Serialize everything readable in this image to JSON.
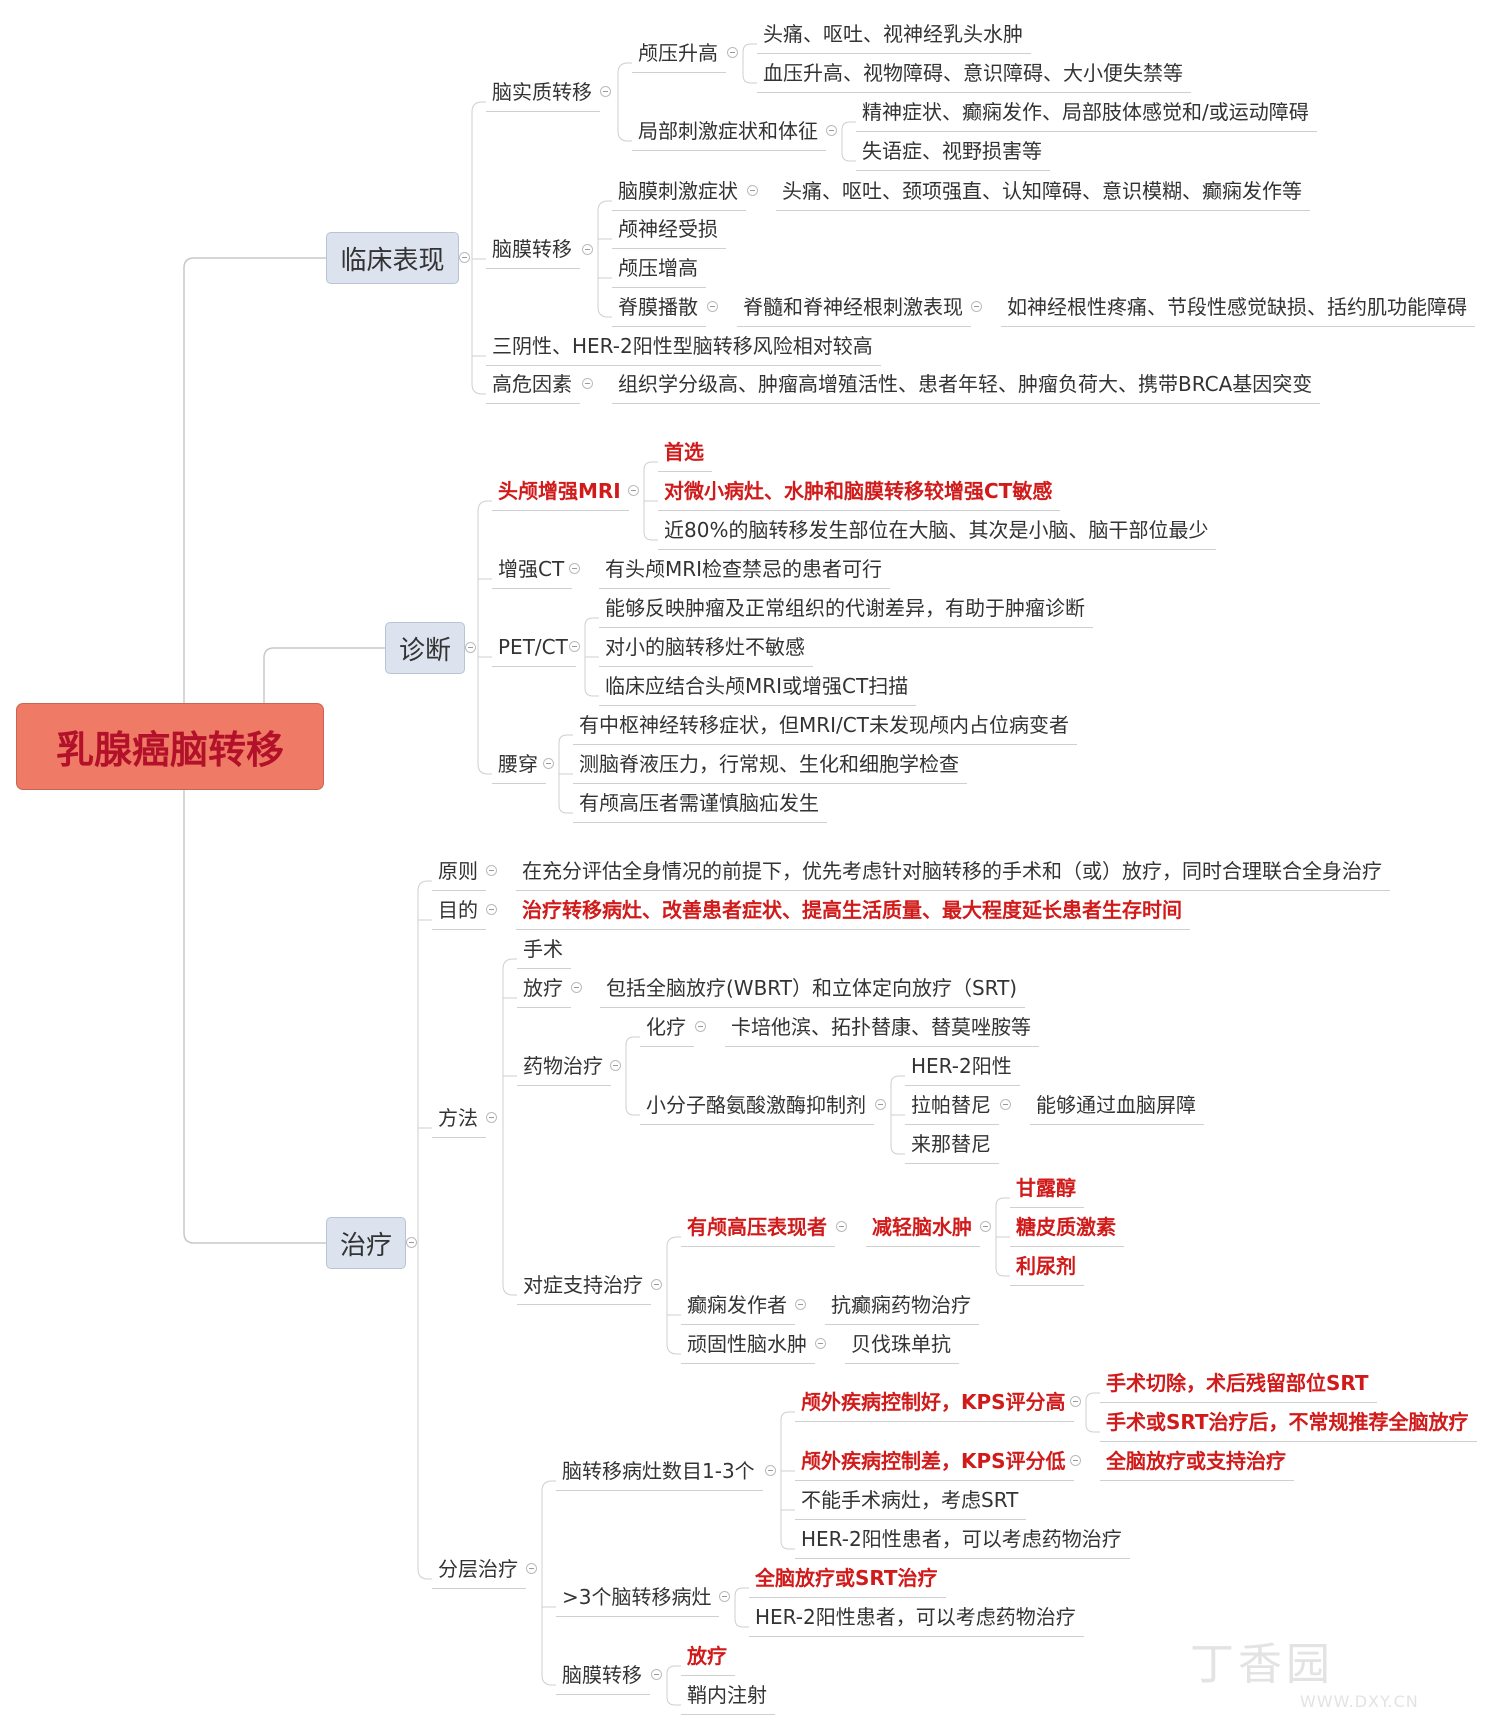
{
  "root": "乳腺癌脑转移",
  "categories": {
    "clinical": "临床表现",
    "diagnosis": "诊断",
    "treatment": "治疗"
  },
  "clinical": {
    "parenchymal": "脑实质转移",
    "icp": "颅压升高",
    "icp_1": "头痛、呕吐、视神经乳头水肿",
    "icp_2": "血压升高、视物障碍、意识障碍、大小便失禁等",
    "local": "局部刺激症状和体征",
    "local_1": "精神症状、癫痫发作、局部肢体感觉和/或运动障碍",
    "local_2": "失语症、视野损害等",
    "meningeal": "脑膜转移",
    "mening_irrit": "脑膜刺激症状",
    "mening_irrit_1": "头痛、呕吐、颈项强直、认知障碍、意识模糊、癫痫发作等",
    "cranial": "颅神经受损",
    "icp2": "颅压增高",
    "spinal": "脊膜播散",
    "spinal_1": "脊髓和脊神经根刺激表现",
    "spinal_2": "如神经根性疼痛、节段性感觉缺损、括约肌功能障碍",
    "subtype": "三阴性、HER-2阳性型脑转移风险相对较高",
    "risk": "高危因素",
    "risk_1": "组织学分级高、肿瘤高增殖活性、患者年轻、肿瘤负荷大、携带BRCA基因突变"
  },
  "diagnosis": {
    "mri": "头颅增强MRI",
    "mri_1": "首选",
    "mri_2": "对微小病灶、水肿和脑膜转移较增强CT敏感",
    "mri_3": "近80%的脑转移发生部位在大脑、其次是小脑、脑干部位最少",
    "ct": "增强CT",
    "ct_1": "有头颅MRI检查禁忌的患者可行",
    "pet": "PET/CT",
    "pet_1": "能够反映肿瘤及正常组织的代谢差异，有助于肿瘤诊断",
    "pet_2": "对小的脑转移灶不敏感",
    "pet_3": "临床应结合头颅MRI或增强CT扫描",
    "lp": "腰穿",
    "lp_1": "有中枢神经转移症状，但MRI/CT未发现颅内占位病变者",
    "lp_2": "测脑脊液压力，行常规、生化和细胞学检查",
    "lp_3": "有颅高压者需谨慎脑疝发生"
  },
  "treatment": {
    "principle": "原则",
    "principle_1": "在充分评估全身情况的前提下，优先考虑针对脑转移的手术和（或）放疗，同时合理联合全身治疗",
    "goal": "目的",
    "goal_1": "治疗转移病灶、改善患者症状、提高生活质量、最大程度延长患者生存时间",
    "method": "方法",
    "surgery": "手术",
    "radio": "放疗",
    "radio_1": "包括全脑放疗(WBRT）和立体定向放疗（SRT)",
    "drug": "药物治疗",
    "chemo": "化疗",
    "chemo_1": "卡培他滨、拓扑替康、替莫唑胺等",
    "tki": "小分子酪氨酸激酶抑制剂",
    "tki_1": "HER-2阳性",
    "tki_2": "拉帕替尼",
    "tki_2a": "能够通过血脑屏障",
    "tki_3": "来那替尼",
    "support": "对症支持治疗",
    "ich": "有颅高压表现者",
    "ich_1": "减轻脑水肿",
    "ich_1a": "甘露醇",
    "ich_1b": "糖皮质激素",
    "ich_1c": "利尿剂",
    "epi": "癫痫发作者",
    "epi_1": "抗癫痫药物治疗",
    "edema": "顽固性脑水肿",
    "edema_1": "贝伐珠单抗",
    "strat": "分层治疗",
    "s1": "脑转移病灶数目1-3个",
    "s1_good": "颅外疾病控制好，KPS评分高",
    "s1_good_1": "手术切除，术后残留部位SRT",
    "s1_good_2": "手术或SRT治疗后，不常规推荐全脑放疗",
    "s1_bad": "颅外疾病控制差，KPS评分低",
    "s1_bad_1": "全脑放疗或支持治疗",
    "s1_3": "不能手术病灶，考虑SRT",
    "s1_4": "HER-2阳性患者，可以考虑药物治疗",
    "s2": ">3个脑转移病灶",
    "s2_1": "全脑放疗或SRT治疗",
    "s2_2": "HER-2阳性患者，可以考虑药物治疗",
    "s3": "脑膜转移",
    "s3_1": "放疗",
    "s3_2": "鞘内注射"
  },
  "watermark": {
    "text": "丁香园",
    "url": "WWW.DXY.CN"
  }
}
